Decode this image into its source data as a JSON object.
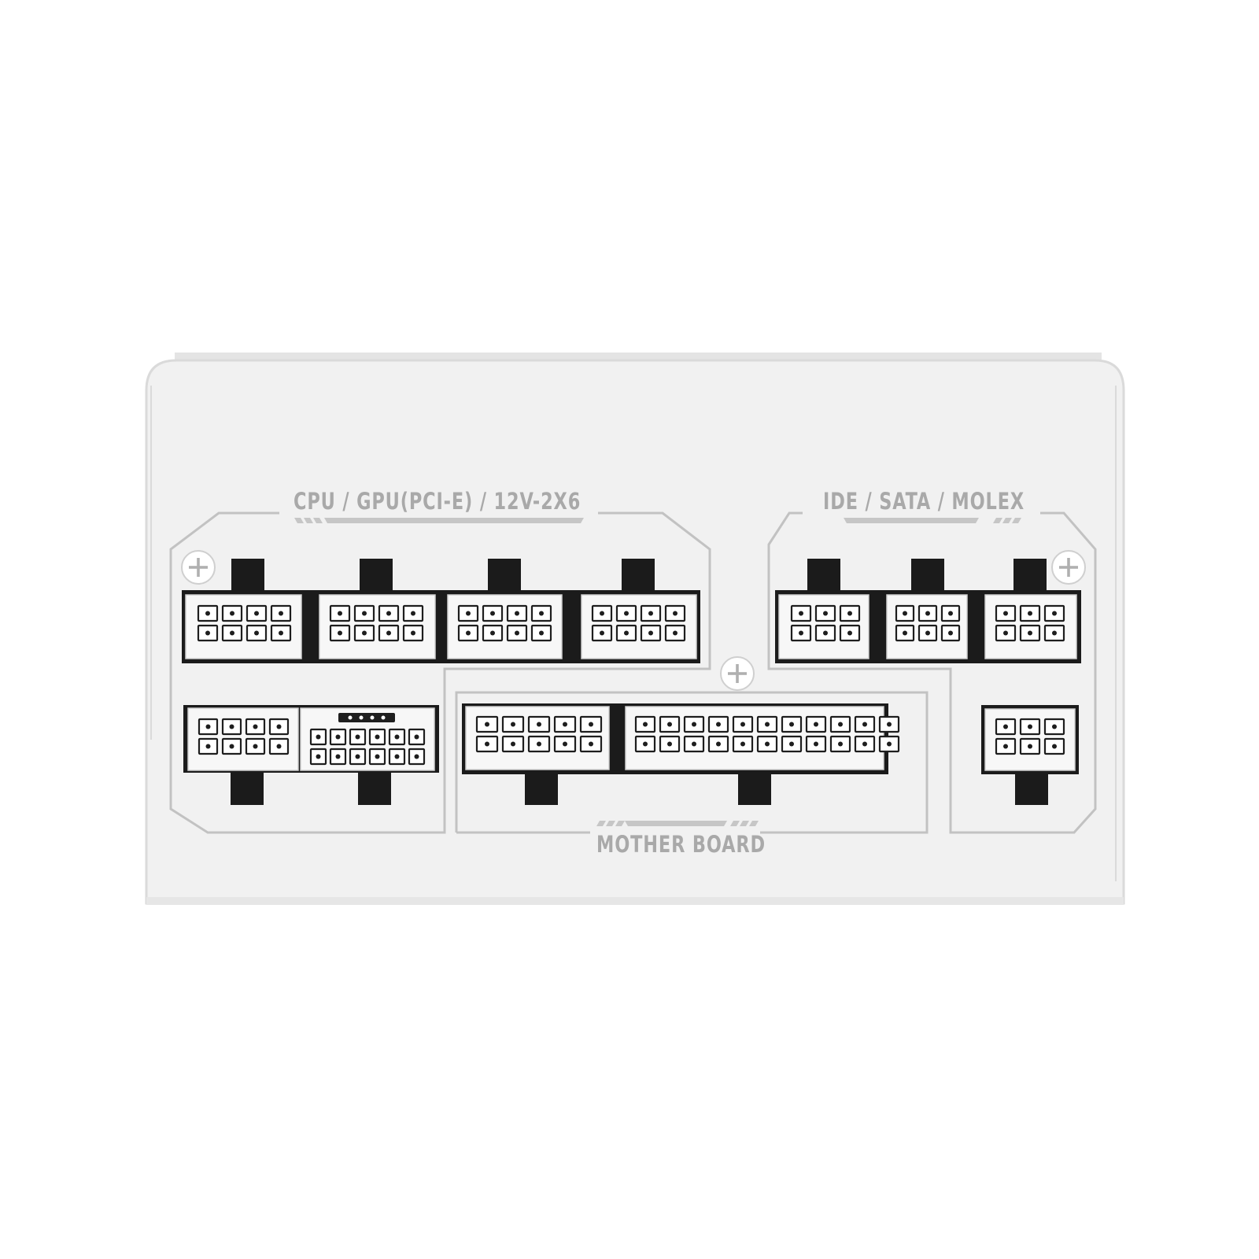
{
  "colors": {
    "background": "#ffffff",
    "panel": "#f1f1f1",
    "panel_frame": "#d9d9d9",
    "outline": "#c2c2c2",
    "label": "#a9a9a9",
    "socket_dark": "#1b1b1b",
    "socket_face": "#f7f7f7",
    "pin": "#1e1e1e"
  },
  "labels": {
    "cpu_gpu": "CPU / GPU(PCI-E) / 12V-2X6",
    "ide_sata": "IDE / SATA / MOLEX",
    "motherboard": "MOTHER BOARD"
  },
  "sections": [
    {
      "name": "cpu-gpu-section",
      "label_key": "cpu_gpu",
      "ports": 6
    },
    {
      "name": "ide-sata-molex-section",
      "label_key": "ide_sata",
      "ports": 4
    },
    {
      "name": "motherboard-section",
      "label_key": "motherboard",
      "ports": 2
    }
  ],
  "icons": [
    "screw-icon",
    "screw-icon",
    "screw-icon"
  ]
}
